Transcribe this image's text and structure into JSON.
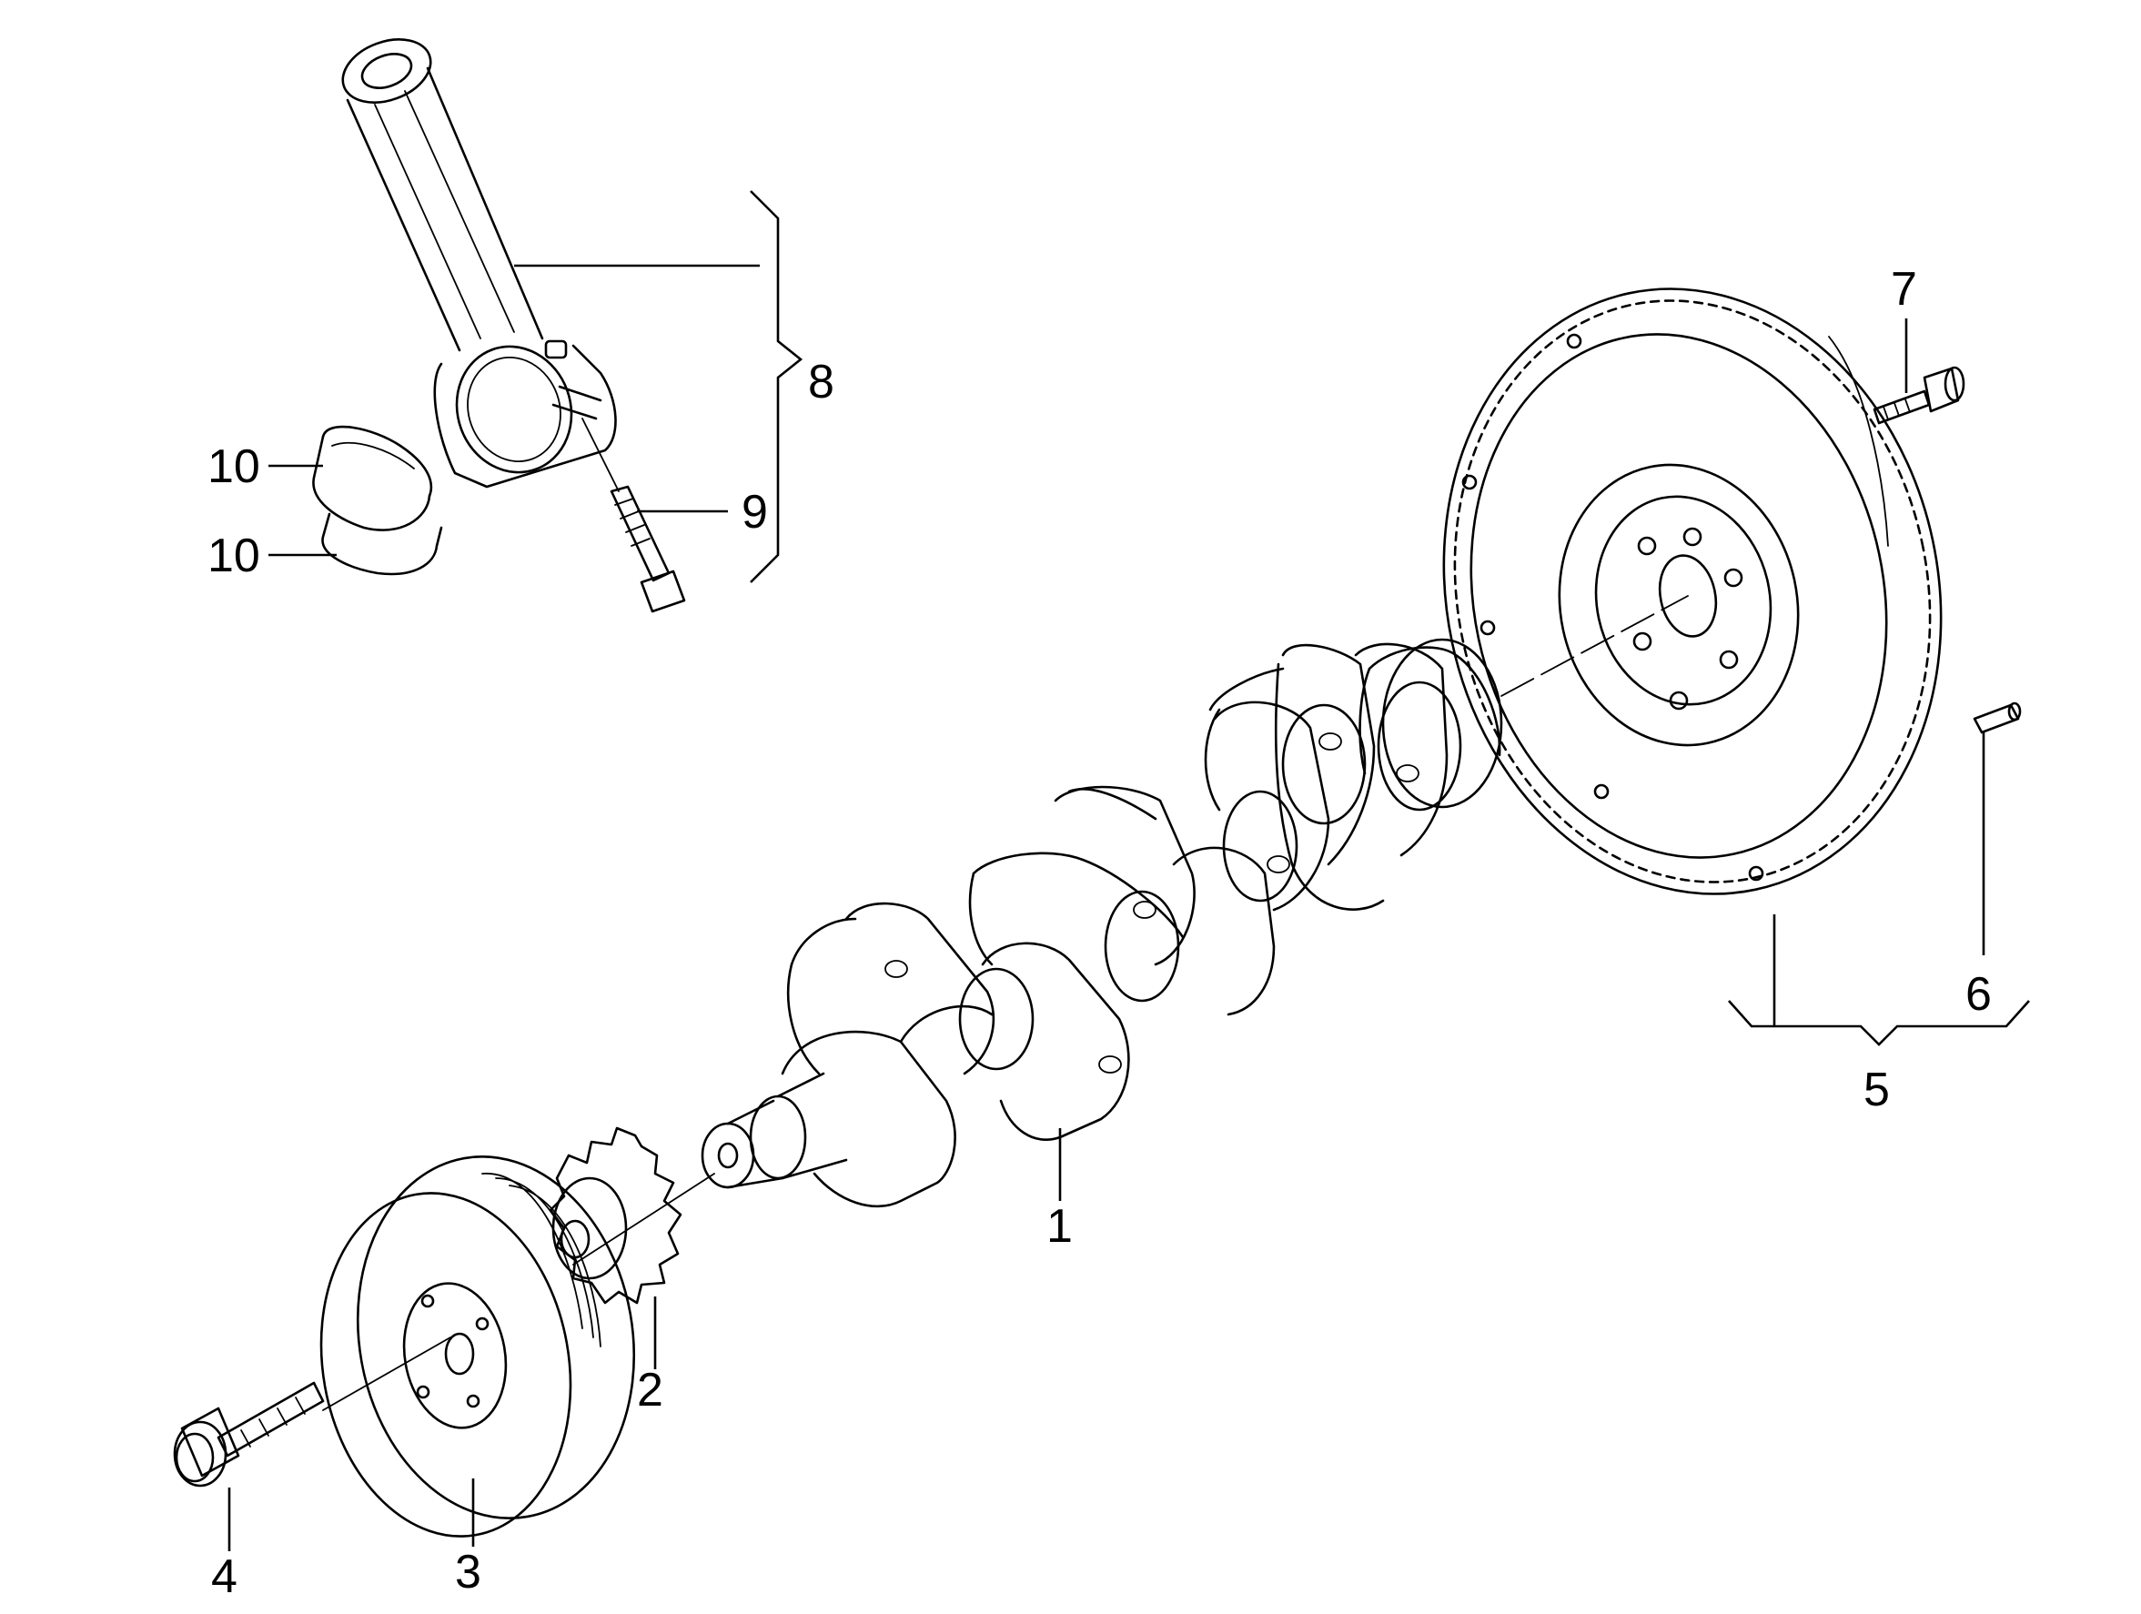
{
  "callouts": [
    {
      "id": "1",
      "label": "1"
    },
    {
      "id": "2",
      "label": "2"
    },
    {
      "id": "3",
      "label": "3"
    },
    {
      "id": "4",
      "label": "4"
    },
    {
      "id": "5",
      "label": "5"
    },
    {
      "id": "6",
      "label": "6"
    },
    {
      "id": "7",
      "label": "7"
    },
    {
      "id": "8",
      "label": "8"
    },
    {
      "id": "9",
      "label": "9"
    },
    {
      "id": "10a",
      "label": "10"
    },
    {
      "id": "10b",
      "label": "10"
    }
  ],
  "parts": [
    {
      "callout": "1",
      "name": "crankshaft"
    },
    {
      "callout": "2",
      "name": "crankshaft-sprocket"
    },
    {
      "callout": "3",
      "name": "belt-pulley"
    },
    {
      "callout": "4",
      "name": "pulley-bolt"
    },
    {
      "callout": "5",
      "name": "flywheel"
    },
    {
      "callout": "6",
      "name": "dowel-pin"
    },
    {
      "callout": "7",
      "name": "flywheel-bolt"
    },
    {
      "callout": "8",
      "name": "connecting-rod"
    },
    {
      "callout": "9",
      "name": "conrod-bolt"
    },
    {
      "callout": "10",
      "name": "bearing-shell"
    }
  ]
}
